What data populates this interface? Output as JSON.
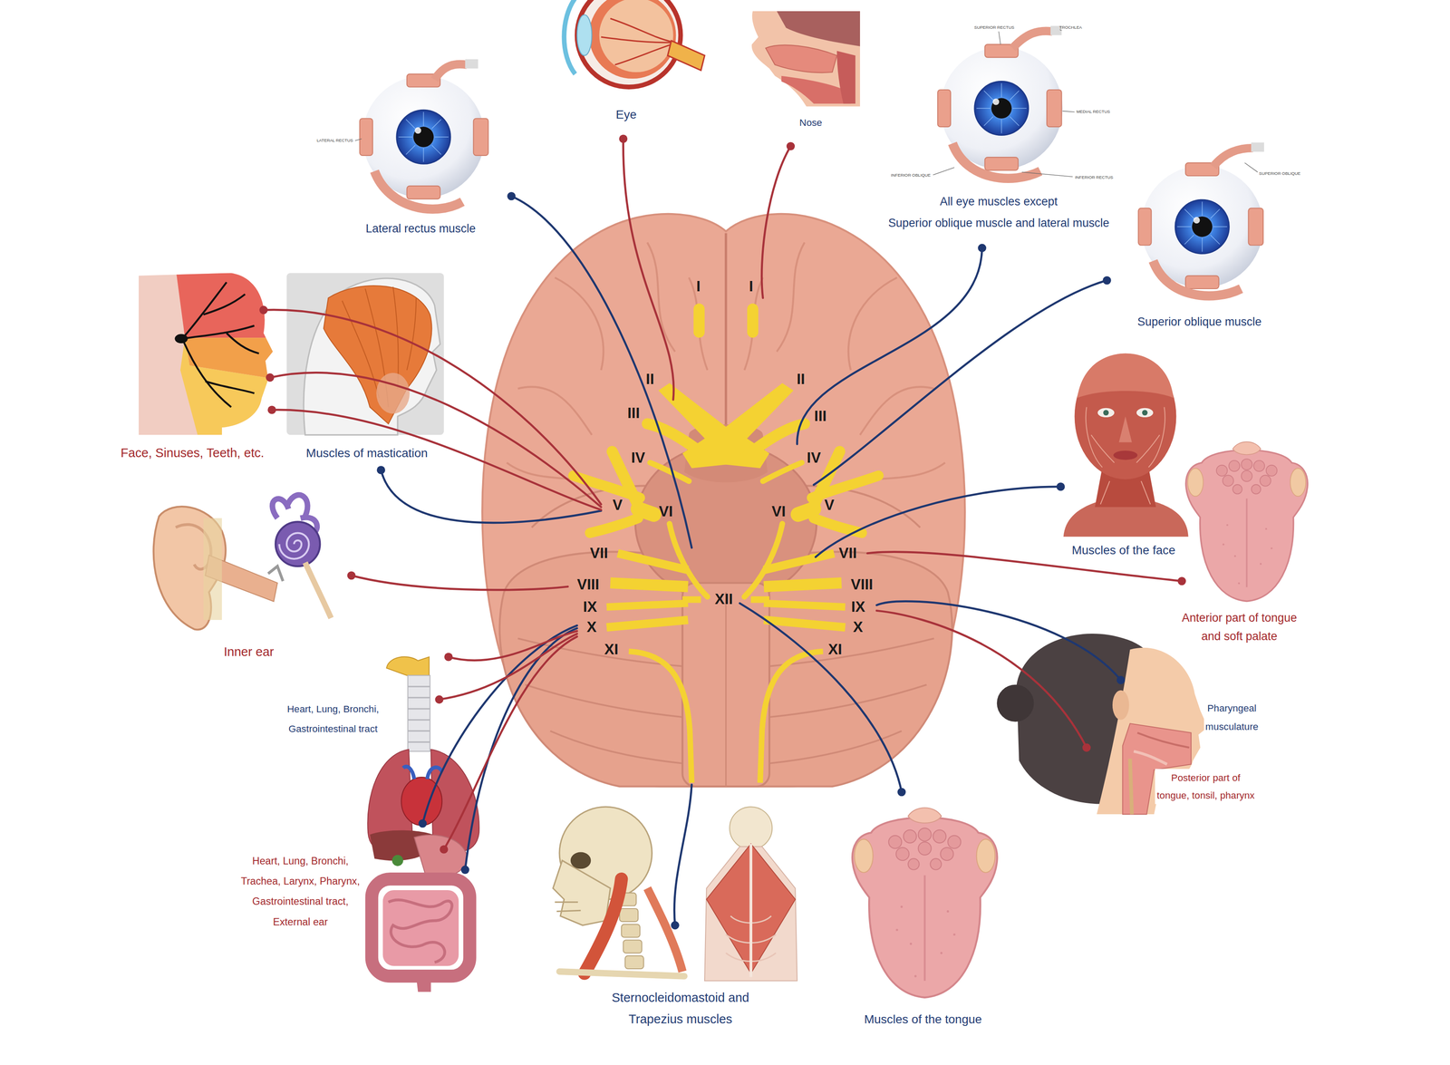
{
  "diagram": {
    "labels": [
      "Eye",
      "Nose",
      "LATERAL RECTUS",
      "Lateral rectus muscle",
      "SUPERIOR RECTUS",
      "TROCHLEA",
      "MEDIAL RECTUS",
      "INFERIOR OBLIQUE",
      "INFERIOR RECTUS",
      "All eye muscles except Superior oblique muscle and lateral muscle",
      "SUPERIOR OBLIQUE",
      "Superior oblique muscle",
      "I",
      "I",
      "II",
      "II",
      "III",
      "III",
      "IV",
      "IV",
      "Face, Sinuses, Teeth, etc.",
      "Muscles of mastication",
      "V",
      "VI",
      "VI",
      "V",
      "Muscles of the face",
      "VII",
      "VII",
      "Anterior part of tongue and soft palate",
      "Inner ear",
      "VIII",
      "VIII",
      "XII",
      "IX",
      "IX",
      "X",
      "X",
      "XI",
      "XI",
      "Heart, Lung, Bronchi, Gastrointestinal tract",
      "Pharyngeal musculature",
      "Posterior part of tongue, tonsil, pharynx",
      "Heart, Lung, Bronchi, Trachea, Larynx, Pharynx, Gastrointestinal tract, External ear",
      "Sternocleidomastoid and Trapezius muscles",
      "Muscles of the tongue"
    ]
  }
}
